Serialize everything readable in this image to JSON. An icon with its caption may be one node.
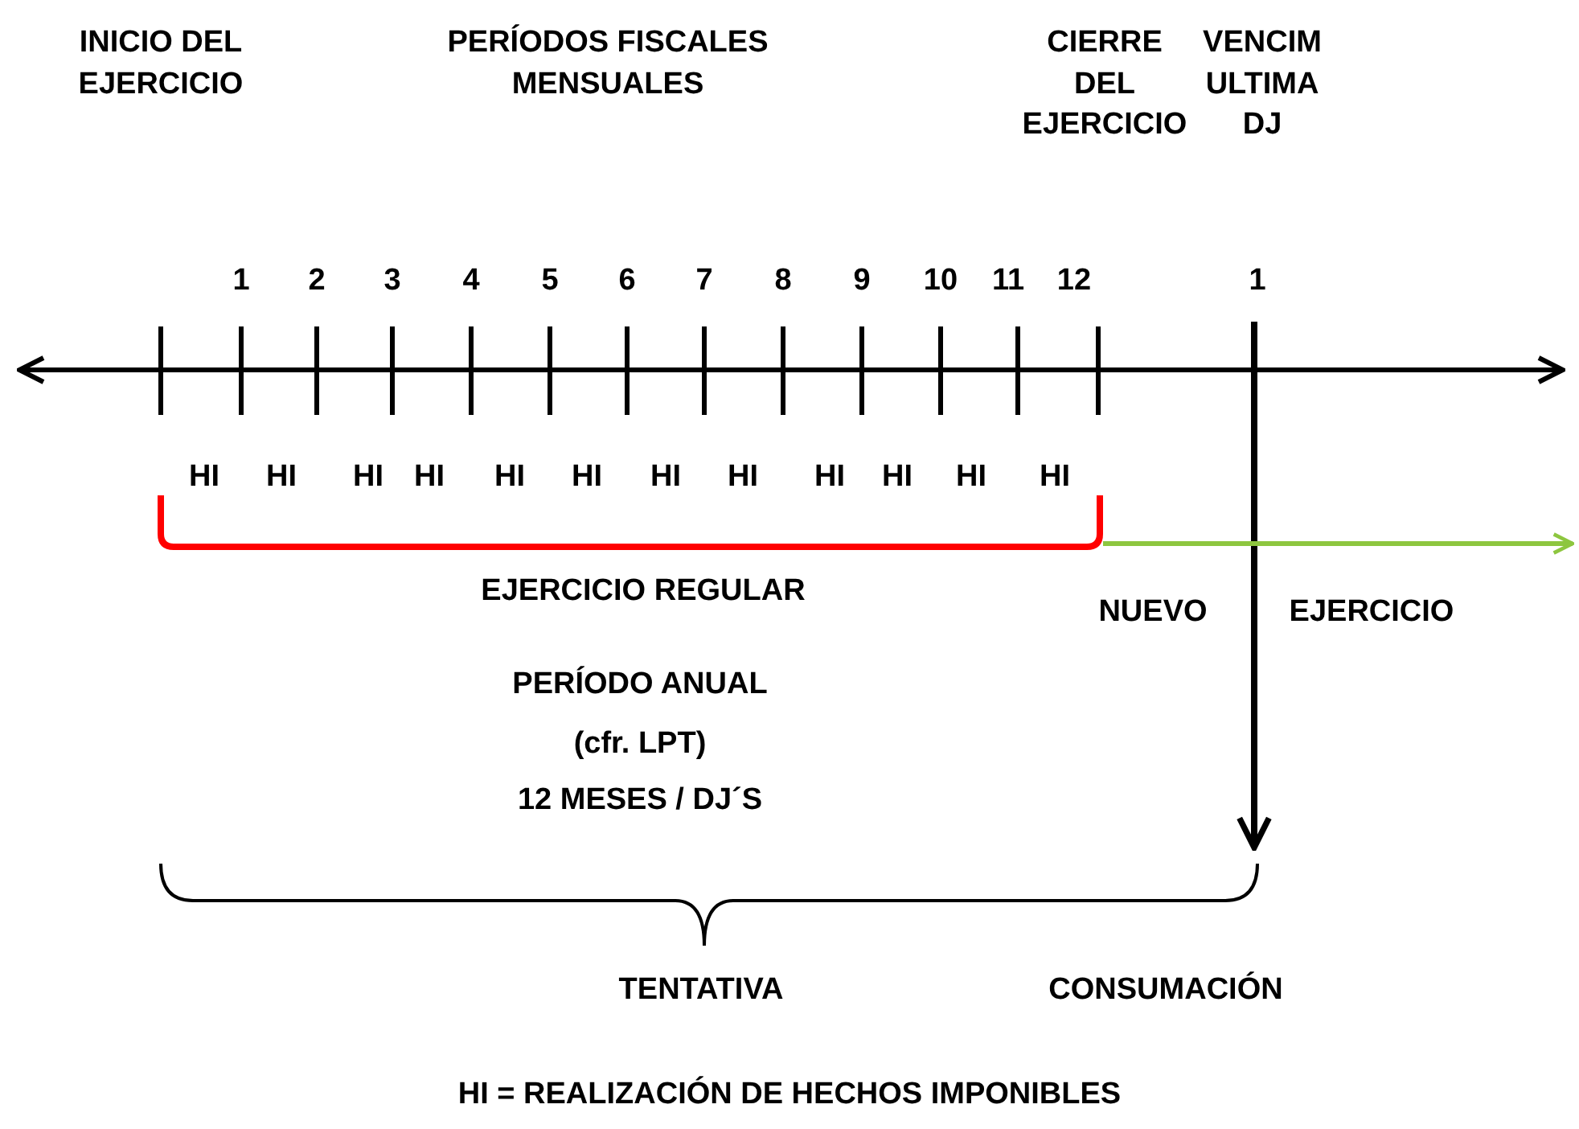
{
  "diagram": {
    "caption": "HI = REALIZACIÓN DE HECHOS IMPONIBLES",
    "labels": [
      "INICIO DEL EJERCICIO",
      "PERÍODOS FISCALES MENSUALES",
      "CIERRE DEL EJERCICIO",
      "VENCIM ULTIMA DJ",
      "1",
      "2",
      "3",
      "4",
      "5",
      "6",
      "7",
      "8",
      "9",
      "10",
      "11",
      "12",
      "1",
      "HI",
      "HI",
      "HI",
      "HI",
      "HI",
      "HI",
      "HI",
      "HI",
      "HI",
      "HI",
      "HI",
      "HI",
      "EJERCICIO REGULAR",
      "NUEVO",
      "EJERCICIO",
      "PERÍODO ANUAL",
      "(cfr. LPT)",
      "12 MESES / DJ´S",
      "TENTATIVA",
      "CONSUMACIÓN"
    ]
  }
}
